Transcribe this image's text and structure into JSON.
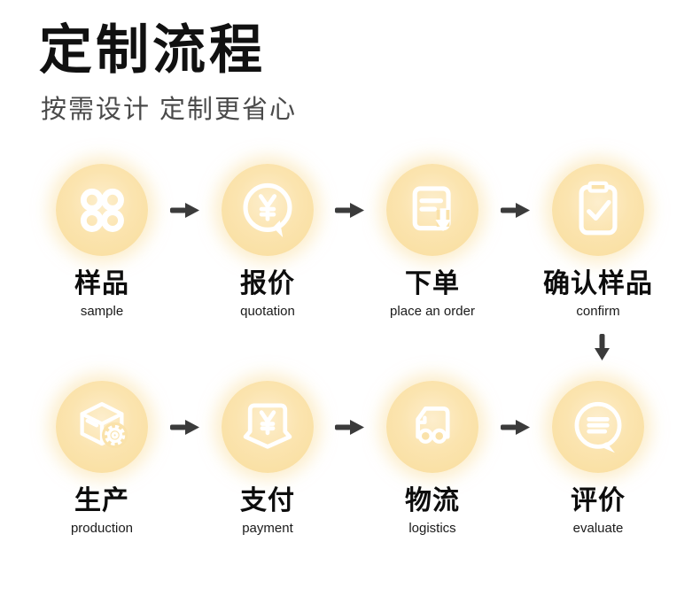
{
  "header": {
    "title": "定制流程",
    "subtitle": "按需设计  定制更省心"
  },
  "colors": {
    "circle_fill": "#FAE1A6",
    "circle_glow": "#FBE6B8",
    "icon_stroke": "#FFFFFF",
    "arrow": "#3B3B3B",
    "title_text": "#111111",
    "subtitle_text": "#4A4A4A",
    "label_cn": "#0D0D0D",
    "label_en": "#1A1A1A",
    "background": "#FFFFFF"
  },
  "steps": [
    {
      "cn": "样品",
      "en": "sample",
      "icon": "sample-grid-icon"
    },
    {
      "cn": "报价",
      "en": "quotation",
      "icon": "quote-bubble-yen-icon"
    },
    {
      "cn": "下单",
      "en": "place an order",
      "icon": "order-document-icon"
    },
    {
      "cn": "确认样品",
      "en": "confirm",
      "icon": "clipboard-check-icon"
    },
    {
      "cn": "生产",
      "en": "production",
      "icon": "box-gear-icon"
    },
    {
      "cn": "支付",
      "en": "payment",
      "icon": "payment-yen-icon"
    },
    {
      "cn": "物流",
      "en": "logistics",
      "icon": "truck-icon"
    },
    {
      "cn": "评价",
      "en": "evaluate",
      "icon": "chat-lines-icon"
    }
  ],
  "flow": {
    "row1_arrows": 3,
    "row2_arrows": 3,
    "down_arrow_between": "confirm → evaluate column"
  }
}
